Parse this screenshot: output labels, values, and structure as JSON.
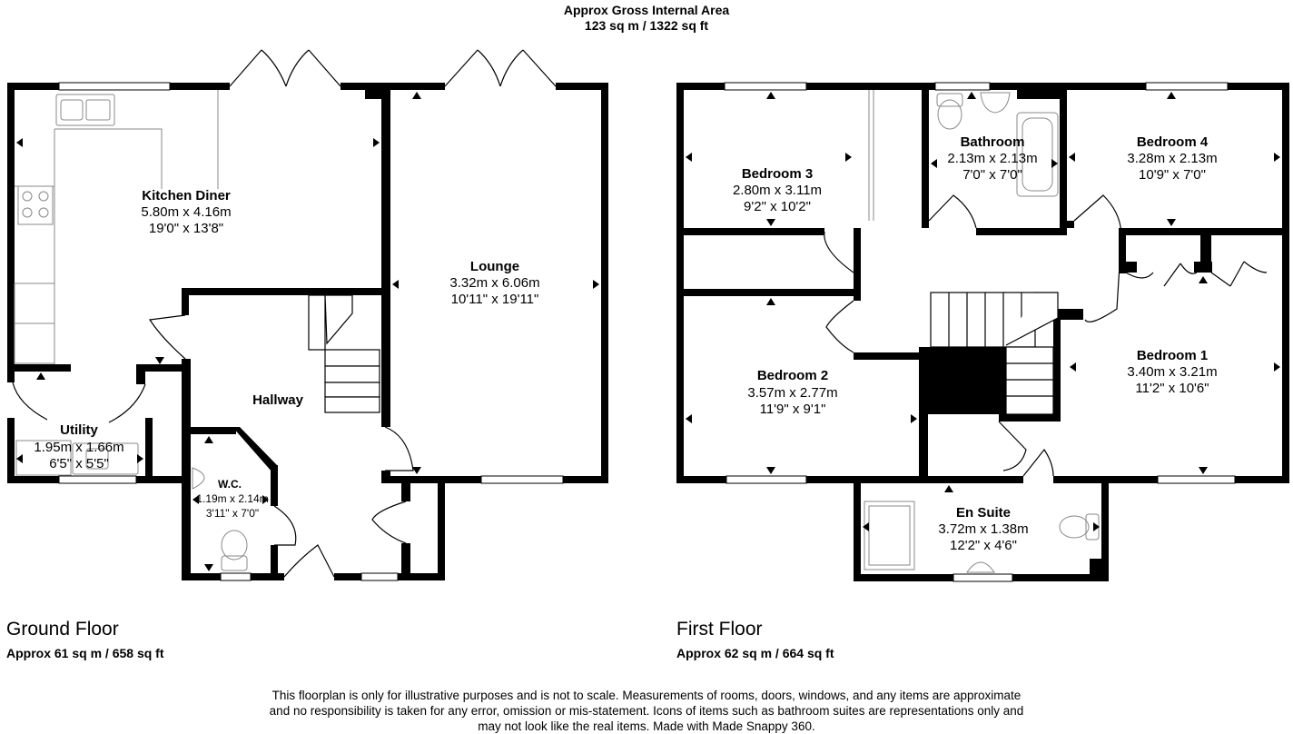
{
  "header": {
    "line1": "Approx Gross Internal Area",
    "line2": "123 sq m / 1322 sq ft"
  },
  "floors": [
    {
      "title": "Ground Floor",
      "area": "Approx 61 sq m / 658 sq ft"
    },
    {
      "title": "First Floor",
      "area": "Approx 62 sq m / 664 sq ft"
    }
  ],
  "rooms": {
    "kitchen": {
      "name": "Kitchen Diner",
      "metric": "5.80m x 4.16m",
      "imperial": "19'0\" x 13'8\""
    },
    "lounge": {
      "name": "Lounge",
      "metric": "3.32m x 6.06m",
      "imperial": "10'11\" x 19'11\""
    },
    "hallway": {
      "name": "Hallway"
    },
    "utility": {
      "name": "Utility",
      "metric": "1.95m x 1.66m",
      "imperial": "6'5\" x 5'5\""
    },
    "wc": {
      "name": "W.C.",
      "metric": "1.19m x 2.14m",
      "imperial": "3'11\" x 7'0\""
    },
    "bedroom3": {
      "name": "Bedroom 3",
      "metric": "2.80m x 3.11m",
      "imperial": "9'2\" x 10'2\""
    },
    "bathroom": {
      "name": "Bathroom",
      "metric": "2.13m x 2.13m",
      "imperial": "7'0\" x 7'0\""
    },
    "bedroom4": {
      "name": "Bedroom 4",
      "metric": "3.28m x 2.13m",
      "imperial": "10'9\" x 7'0\""
    },
    "bedroom2": {
      "name": "Bedroom 2",
      "metric": "3.57m x 2.77m",
      "imperial": "11'9\" x 9'1\""
    },
    "bedroom1": {
      "name": "Bedroom 1",
      "metric": "3.40m x 3.21m",
      "imperial": "11'2\" x 10'6\""
    },
    "ensuite": {
      "name": "En Suite",
      "metric": "3.72m x 1.38m",
      "imperial": "12'2\" x 4'6\""
    }
  },
  "disclaimer": {
    "line1": "This floorplan is only for illustrative purposes and is not to scale. Measurements of rooms, doors, windows, and any items are approximate",
    "line2": "and no responsibility is taken for any error, omission or mis-statement. Icons of items such as bathroom suites are representations only and",
    "line3": "may not look like the real items. Made with Made Snappy 360."
  },
  "colors": {
    "wall": "#000000",
    "fixture": "#888888",
    "background": "#ffffff"
  }
}
